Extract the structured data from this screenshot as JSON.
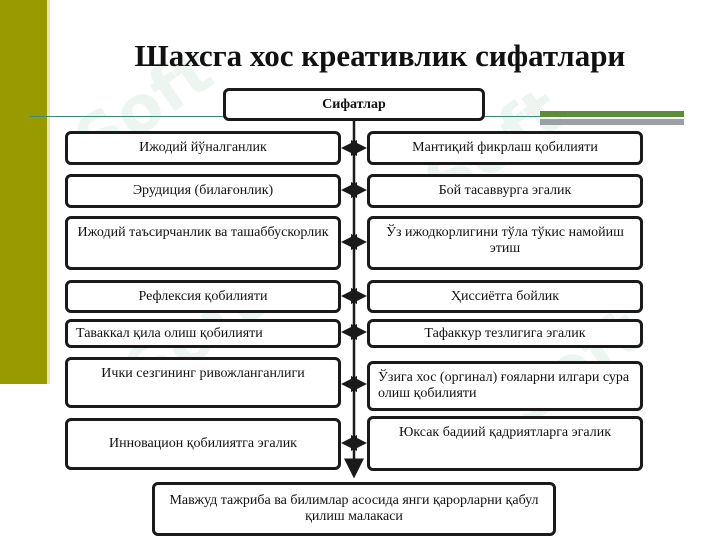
{
  "title": "Шахсга хос креативлик сифатлари",
  "root": "Сифатлар",
  "left": [
    "Ижодий йўналганлик",
    "Эрудиция (билағонлик)",
    "Ижодий таъсирчанлик ва ташаббускорлик",
    "Рефлексия қобилияти",
    "Таваккал қила олиш қобилияти",
    "Ички сезгининг ривожланганлиги",
    "Инновацион қобилиятга эгалик"
  ],
  "right": [
    "Мантиқий фикрлаш қобилияти",
    "Бой тасаввурга эгалик",
    "Ўз ижодкорлигини тўла тўкис намойиш этиш",
    "Ҳиссиётга бойлик",
    "Тафаккур тезлигига эгалик",
    "Ўзига хос (оргинал) ғояларни илгари сура олиш қобилияти",
    "Юксак бадиий қадриятларга эгалик"
  ],
  "bottom": "Мавжуд тажриба ва билимлар асосида янги қарорларни қабул қилиш малакаси",
  "watermark": "Soft",
  "colors": {
    "olive": "#999900",
    "border": "#1a1a1a",
    "accent_green": "#5b8c3a",
    "accent_grey": "#9aa0a6"
  }
}
